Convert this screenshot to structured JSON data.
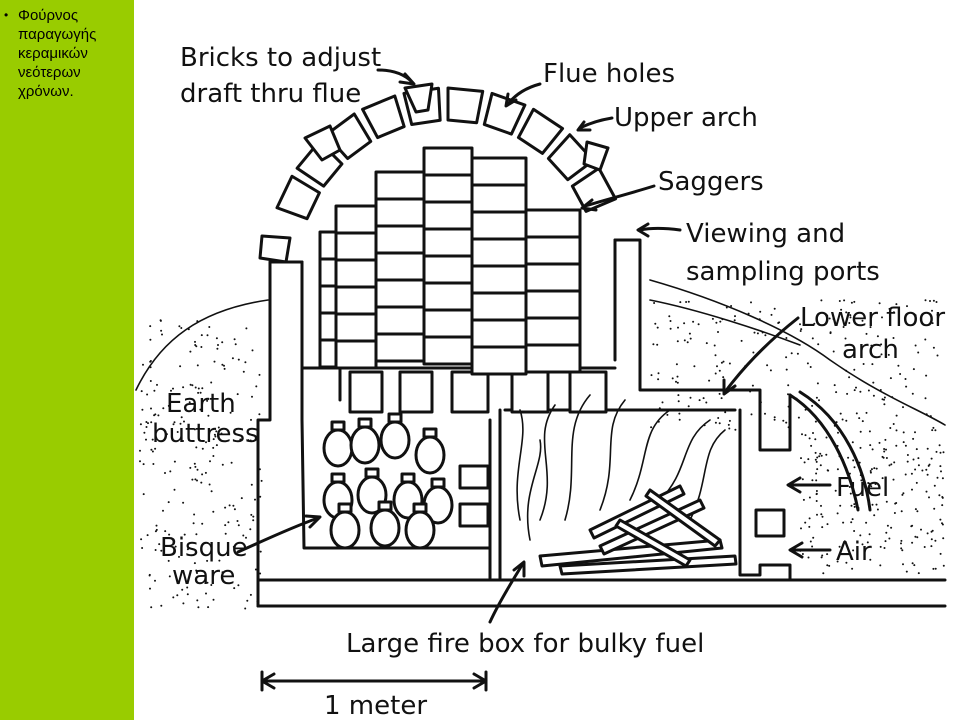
{
  "caption": {
    "bullet": "•",
    "lines": [
      "Φούρνος",
      "παραγωγής",
      "κεραμικών",
      "νεότερων",
      "χρόνων."
    ]
  },
  "diagram": {
    "labels": {
      "bricks": [
        "Bricks to adjust",
        "draft thru flue"
      ],
      "flue_holes": "Flue holes",
      "upper_arch": "Upper arch",
      "saggers": "Saggers",
      "viewing": [
        "Viewing and",
        "sampling ports"
      ],
      "lower_floor": [
        "Lower floor",
        "arch"
      ],
      "earth": [
        "Earth",
        "buttress"
      ],
      "fuel": "Fuel",
      "bisque": [
        "Bisque",
        "ware"
      ],
      "air": "Air",
      "firebox": "Large fire box for bulky fuel",
      "scale": "1 meter"
    }
  },
  "colors": {
    "panel": "#99cc00",
    "ink": "#111111",
    "background": "#ffffff"
  }
}
